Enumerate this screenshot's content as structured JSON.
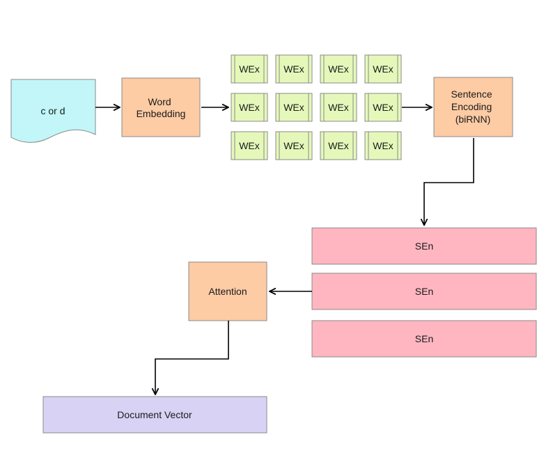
{
  "colors": {
    "document": "#c2f6f8",
    "process": "#fdcba4",
    "word_cell": "#e5f8ba",
    "sentence_bar": "#ffb6c1",
    "output": "#d8d2f5",
    "border": "#8a8a8a",
    "arrow": "#000000"
  },
  "nodes": {
    "input": "c or d",
    "word_embedding": [
      "Word",
      "Embedding"
    ],
    "sentence_encoding": [
      "Sentence",
      "Encoding",
      "(biRNN)"
    ],
    "attention": "Attention",
    "document_vector": "Document Vector"
  },
  "word_grid": {
    "label": "WEx",
    "rows": 3,
    "cols": 4
  },
  "sentence_bars": [
    "SEn",
    "SEn",
    "SEn"
  ]
}
